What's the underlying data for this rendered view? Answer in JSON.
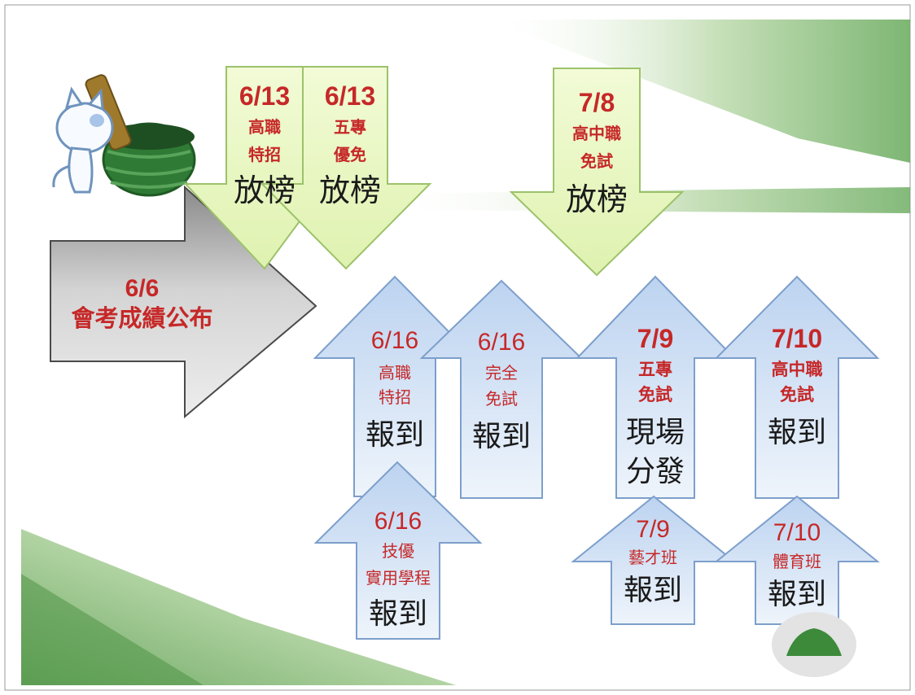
{
  "colors": {
    "green_arrow_fill": "#eaf7c2",
    "green_arrow_stroke": "#9cc26a",
    "blue_arrow_fill_top": "#c9dcf3",
    "blue_arrow_fill_bottom": "#eef4fb",
    "blue_arrow_stroke": "#7d9fcb",
    "gray_arrow_fill": "#cfcfcf",
    "date_red": "#c62828",
    "text_black": "#1a1a1a"
  },
  "decorations": {
    "mascot": "cat-with-mortar-and-pestle",
    "corner_shapes": "green-gradient-bands"
  },
  "announcement": {
    "date": "6/6",
    "text": "會考成績公布"
  },
  "results_release": [
    {
      "date": "6/13",
      "program": [
        "高職",
        "特招"
      ],
      "action": "放榜"
    },
    {
      "date": "6/13",
      "program": [
        "五專",
        "優免"
      ],
      "action": "放榜"
    },
    {
      "date": "7/8",
      "program": [
        "高中職",
        "免試"
      ],
      "action": "放榜"
    }
  ],
  "registration": [
    {
      "date": "6/16",
      "program": [
        "高職",
        "特招"
      ],
      "action": [
        "報到"
      ]
    },
    {
      "date": "6/16",
      "program": [
        "完全",
        "免試"
      ],
      "action": [
        "報到"
      ]
    },
    {
      "date": "7/9",
      "program": [
        "五專",
        "免試"
      ],
      "action": [
        "現場",
        "分發"
      ]
    },
    {
      "date": "7/10",
      "program": [
        "高中職",
        "免試"
      ],
      "action": [
        "報到"
      ]
    },
    {
      "date": "6/16",
      "program": [
        "技優",
        "實用學程"
      ],
      "action": [
        "報到"
      ]
    },
    {
      "date": "7/9",
      "program": [
        "藝才班"
      ],
      "action": [
        "報到"
      ]
    },
    {
      "date": "7/10",
      "program": [
        "體育班"
      ],
      "action": [
        "報到"
      ]
    }
  ]
}
